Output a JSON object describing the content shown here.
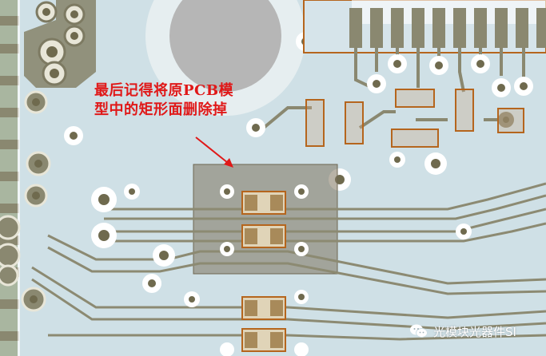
{
  "annotation": {
    "line1": "最后记得将原PCB模",
    "line2": "型中的矩形面删除掉"
  },
  "watermark": {
    "text": "光模块光器件SI",
    "icon": "wechat-icon"
  },
  "colors": {
    "board": "#cfe0e6",
    "copper_trace": "#8c8a72",
    "pad_ring": "#ffffff",
    "via_hole": "#6f6a4e",
    "keepout_rect": "#7d735c",
    "component_outline": "#b5651d",
    "annotation": "#e01818",
    "arrow": "#e01818"
  }
}
